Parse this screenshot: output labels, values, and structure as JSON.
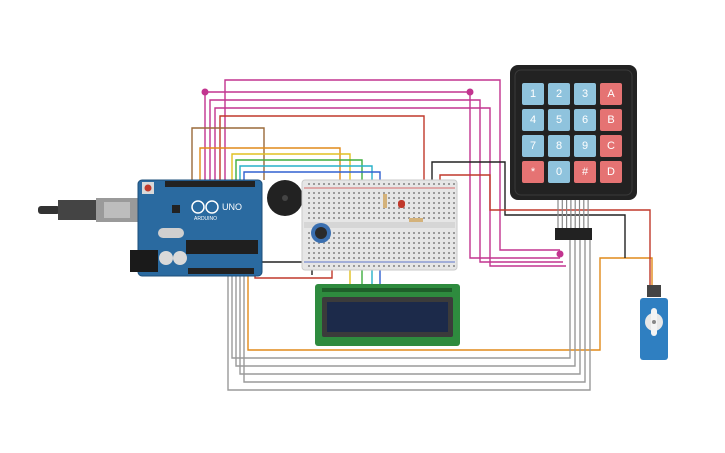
{
  "arduino": {
    "brand": "ARDUINO",
    "model": "UNO"
  },
  "keypad": {
    "keys": [
      [
        "1",
        "2",
        "3",
        "A"
      ],
      [
        "4",
        "5",
        "6",
        "B"
      ],
      [
        "7",
        "8",
        "9",
        "C"
      ],
      [
        "*",
        "0",
        "#",
        "D"
      ]
    ],
    "digit_color": "#8fc3dd",
    "letter_color": "#e57373",
    "body_color": "#222222"
  },
  "colors": {
    "board": "#2a6aa0",
    "lcd_pcb": "#2e8b3e",
    "lcd_screen": "#1c2a4a",
    "breadboard": "#e6e6e6",
    "servo": "#2f7fc1",
    "wire_magenta": "#c2348f",
    "wire_orange": "#e08a1a",
    "wire_brown": "#9a6a3a",
    "wire_red": "#c0392b",
    "wire_gray": "#9a9a9a",
    "wire_black": "#222222"
  }
}
